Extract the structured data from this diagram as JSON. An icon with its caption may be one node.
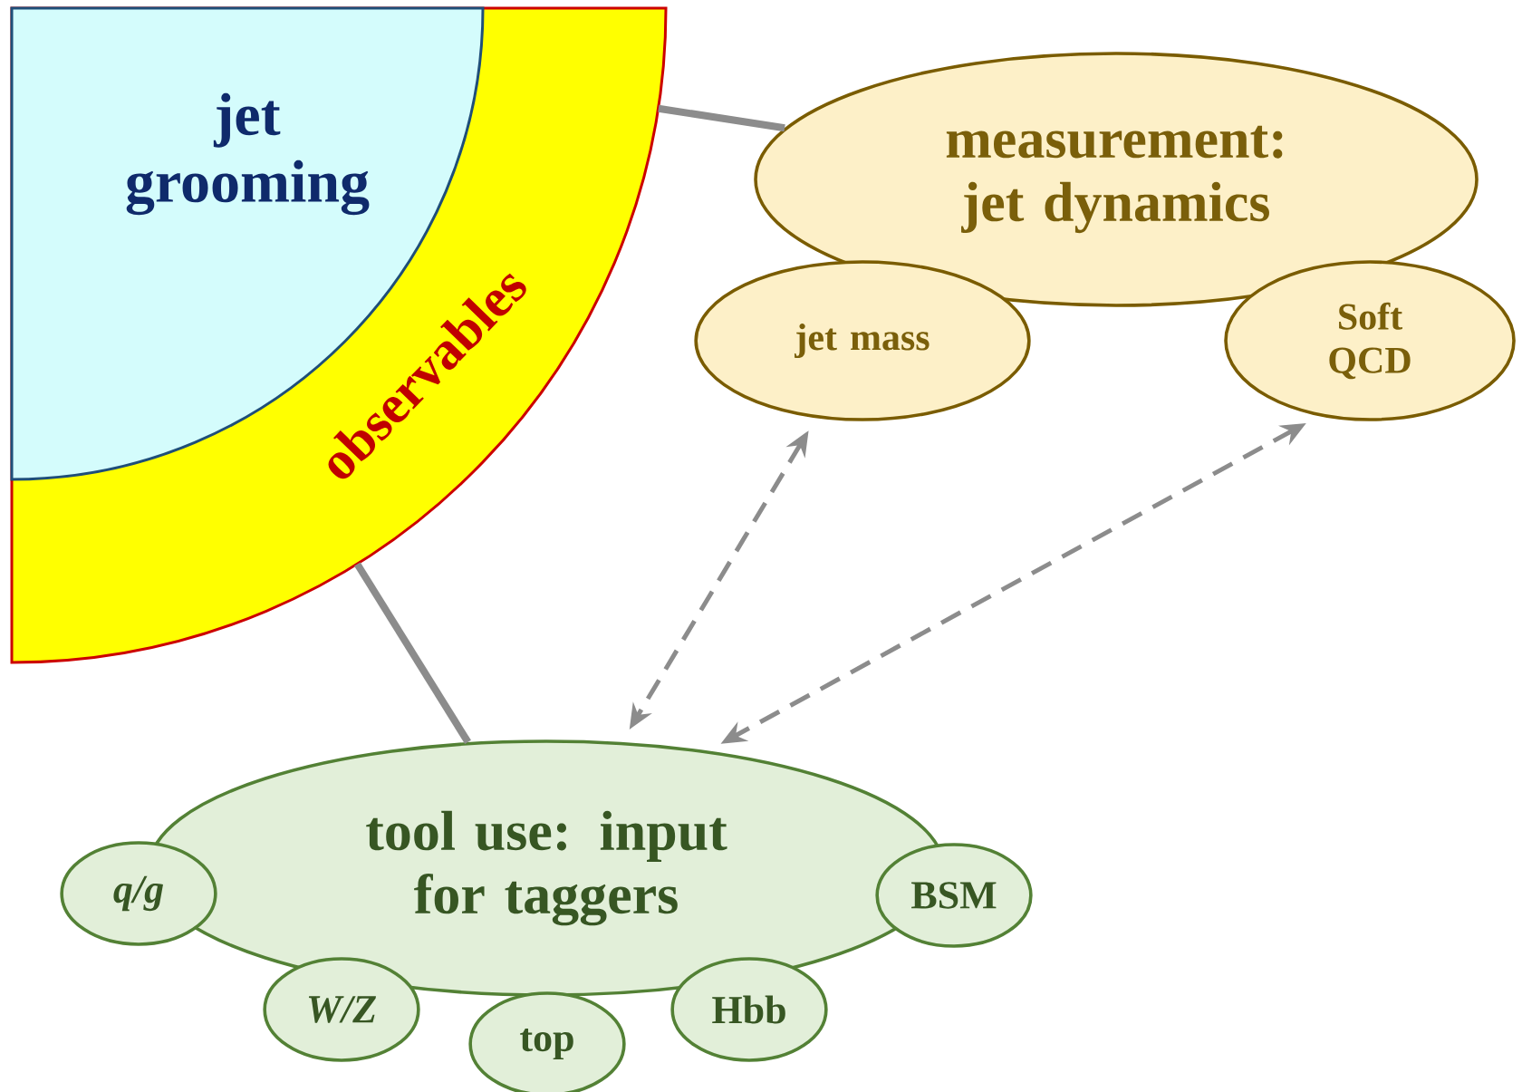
{
  "diagram": {
    "nodes": [
      {
        "text": [
          "observables"
        ]
      },
      {
        "text": [
          "jet grooming"
        ],
        "in": 0
      },
      {
        "text": [
          "measurement: jet dynamics"
        ]
      },
      {
        "text": [
          "jet mass"
        ]
      },
      {
        "text": [
          "Soft QCD"
        ]
      },
      {
        "text": [
          "tool use: input for taggers"
        ]
      },
      {
        "text": [
          "q/g"
        ]
      },
      {
        "text": [
          "W/Z"
        ]
      },
      {
        "text": [
          "top"
        ]
      },
      {
        "text": [
          "Hbb"
        ]
      },
      {
        "text": [
          "BSM"
        ]
      }
    ],
    "edges": [
      {
        "from": 0,
        "to": 2,
        "arrow": "none"
      },
      {
        "from": 0,
        "to": 5,
        "arrow": "none"
      },
      {
        "from": 3,
        "to": 5,
        "arrow": "both",
        "style": "dashed"
      },
      {
        "from": 4,
        "to": 5,
        "arrow": "both",
        "style": "dashed"
      }
    ]
  }
}
